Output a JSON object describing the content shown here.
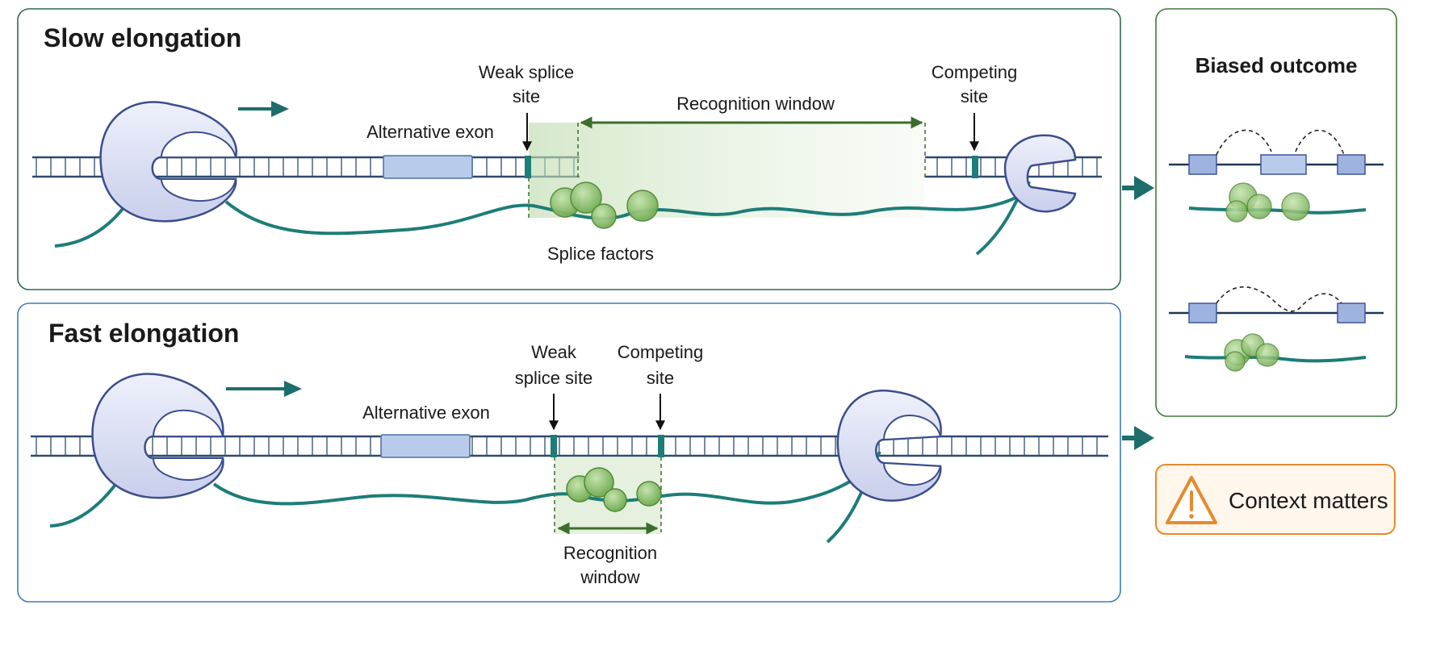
{
  "slow_panel": {
    "title": "Slow elongation",
    "labels": {
      "alt_exon": "Alternative exon",
      "weak_site_1": "Weak splice",
      "weak_site_2": "site",
      "window": "Recognition window",
      "competing_1": "Competing",
      "competing_2": "site",
      "factors": "Splice factors"
    }
  },
  "fast_panel": {
    "title": "Fast elongation",
    "labels": {
      "alt_exon": "Alternative exon",
      "weak_site_1": "Weak",
      "weak_site_2": "splice site",
      "competing_1": "Competing",
      "competing_2": "site",
      "window_1": "Recognition",
      "window_2": "window"
    }
  },
  "outcome_panel": {
    "title": "Biased outcome"
  },
  "warning": {
    "text": "Context matters",
    "icon": "warning-triangle-icon"
  },
  "colors": {
    "slow_border": "#2f6b4f",
    "fast_border": "#3d7bbf",
    "outcome_border": "#3f7a3a",
    "warning_border": "#e8892c",
    "warning_fill": "#fff6ec",
    "rna": "#1d7d78",
    "exon": "#b9cbea",
    "factor": "#8fc46f",
    "polymerase": "#d7dcf2",
    "arrow": "#1d6e6b"
  }
}
